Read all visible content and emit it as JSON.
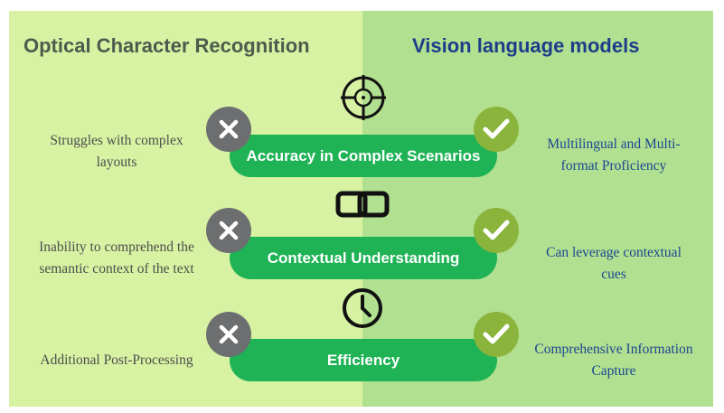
{
  "headers": {
    "left": "Optical Character Recognition",
    "right": "Vision language models"
  },
  "rows": [
    {
      "category": "Accuracy in Complex Scenarios",
      "ocr_line1": "Struggles with complex",
      "ocr_line2": "layouts",
      "vlm_line1": "Multilingual and Multi-",
      "vlm_line2": "format Proficiency",
      "icon": "crosshair-icon"
    },
    {
      "category": "Contextual Understanding",
      "ocr_line1": "Inability to comprehend the",
      "ocr_line2": "semantic context of the text",
      "vlm_line1": "Can leverage contextual",
      "vlm_line2": "cues",
      "icon": "link-icon"
    },
    {
      "category": "Efficiency",
      "ocr_line1": "Additional Post-Processing",
      "vlm_line1": "Comprehensive Information",
      "vlm_line2": "Capture",
      "icon": "clock-icon"
    }
  ],
  "colors": {
    "left_panel": "#d7f2a2",
    "right_panel": "#b1e090",
    "pill": "#1fb356",
    "x_badge": "#6d6e70",
    "check_badge": "#8ab43b"
  }
}
